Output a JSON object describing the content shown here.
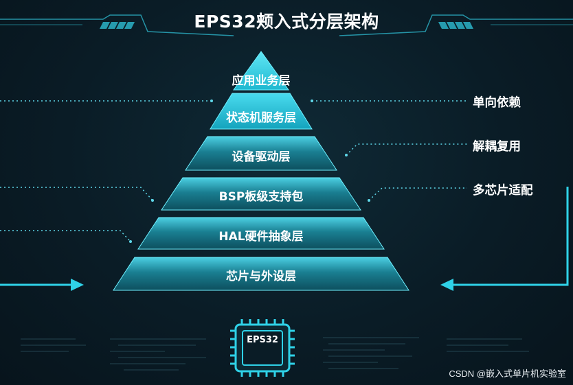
{
  "title": "EPS32颊入式分层架构",
  "layers": [
    {
      "label": "应用业务层"
    },
    {
      "label": "状态机服务层"
    },
    {
      "label": "设备驱动层"
    },
    {
      "label": "BSP板级支持包"
    },
    {
      "label": "HAL硬件抽象层"
    },
    {
      "label": "芯片与外设层"
    }
  ],
  "right_labels": [
    {
      "label": "单向依赖"
    },
    {
      "label": "解耦复用"
    },
    {
      "label": "多芯片适配"
    }
  ],
  "chip": {
    "label": "EPS32"
  },
  "watermark": "CSDN @嵌入式单片机实验室",
  "colors": {
    "background": "#0a1c26",
    "accent": "#29d3e6",
    "layer_light": "#3fd6ea",
    "layer_dark": "#0f5f70",
    "text": "#ffffff"
  }
}
